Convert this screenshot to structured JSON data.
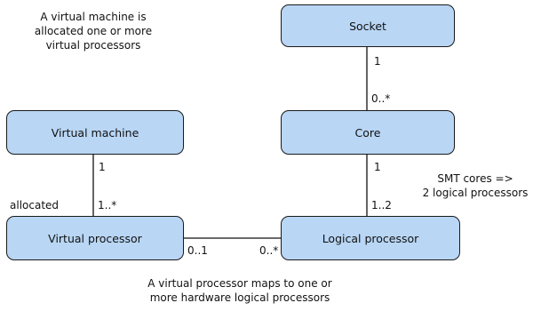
{
  "nodes": {
    "socket": "Socket",
    "core": "Core",
    "virtual_machine": "Virtual machine",
    "virtual_processor": "Virtual processor",
    "logical_processor": "Logical processor"
  },
  "multiplicities": {
    "socket_end": "1",
    "core_end_from_socket": "0..*",
    "core_end_to_lp": "1",
    "lp_end_from_core": "1..2",
    "vm_end": "1",
    "vp_end_from_vm": "1..*",
    "vp_end_to_lp": "0..1",
    "lp_end_from_vp": "0..*"
  },
  "labels": {
    "allocated": "allocated"
  },
  "notes": {
    "vm_note": [
      "A virtual machine is",
      "allocated one or more",
      "virtual processors"
    ],
    "smt_note": [
      "SMT cores =>",
      "2 logical processors"
    ],
    "vp_note": [
      "A virtual processor maps to one or",
      "more hardware logical processors"
    ]
  },
  "colors": {
    "node_fill": "#b9d6f5",
    "node_border": "#1a1a1a",
    "line": "#111111"
  }
}
